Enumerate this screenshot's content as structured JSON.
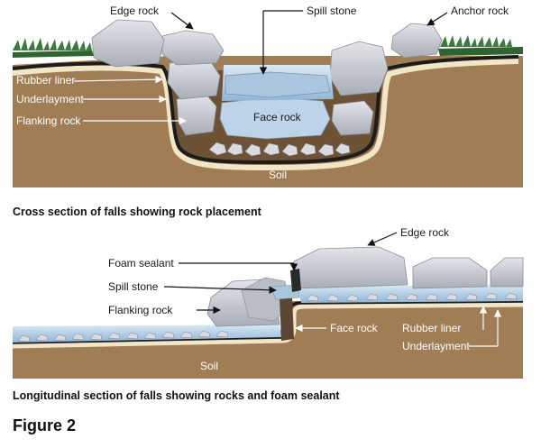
{
  "cross_section": {
    "caption": "Cross section of falls showing rock placement",
    "labels": {
      "edge_rock": "Edge rock",
      "spill_stone": "Spill stone",
      "anchor_rock": "Anchor rock",
      "rubber_liner": "Rubber liner",
      "underlayment": "Underlayment",
      "flanking_rock": "Flanking rock",
      "face_rock": "Face rock",
      "soil": "Soil"
    }
  },
  "longitudinal_section": {
    "caption": "Longitudinal section of falls showing rocks and foam sealant",
    "labels": {
      "edge_rock": "Edge rock",
      "foam_sealant": "Foam sealant",
      "spill_stone": "Spill stone",
      "flanking_rock": "Flanking rock",
      "face_rock": "Face rock",
      "rubber_liner": "Rubber liner",
      "underlayment": "Underlayment",
      "soil": "Soil"
    }
  },
  "figure_label": "Figure 2",
  "colors": {
    "soil": "#a07d54",
    "soil_dark": "#8a6640",
    "rock": "#c9ccd3",
    "rock_shadow": "#9ea3ad",
    "water": "#b7d3ea",
    "liner": "#1c1c1c",
    "underlayment": "#f1e6c8",
    "plant": "#3d7a3d"
  }
}
